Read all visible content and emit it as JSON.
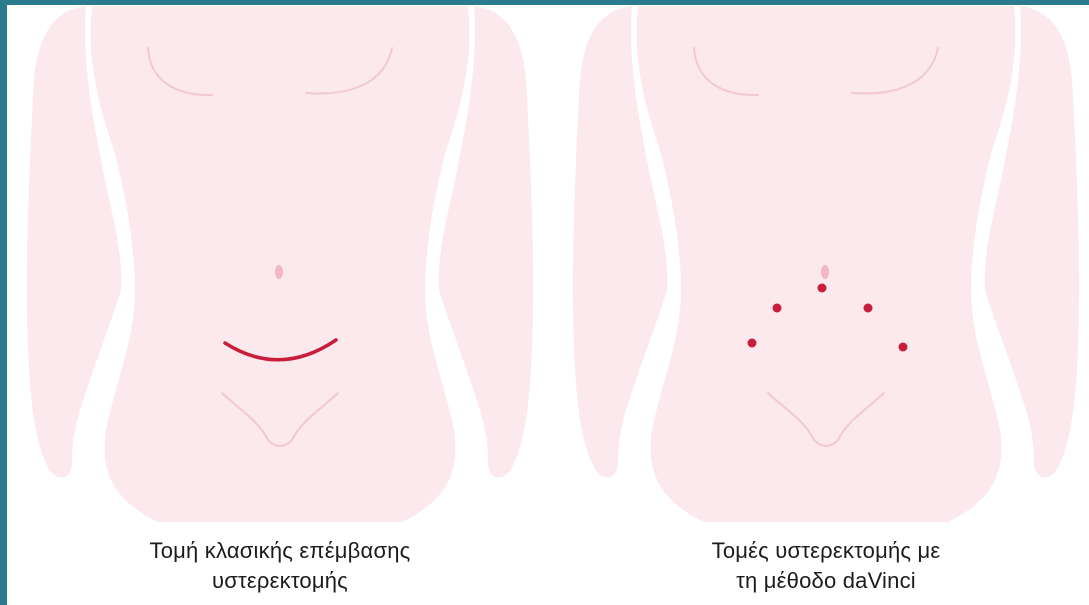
{
  "colors": {
    "frame": "#2a7b8e",
    "skin": "#fbe9ee",
    "detail_line": "#f0c9d4",
    "navel": "#f2b6c6",
    "incision": "#c81e3c",
    "text": "#1c1c1c"
  },
  "left_panel": {
    "caption_line1": "Τομή κλασικής επέμβασης",
    "caption_line2": "υστερεκτομής"
  },
  "right_panel": {
    "caption_line1": "Τομές υστερεκτομής με",
    "caption_line2": "τη μέθοδο daVinci"
  }
}
